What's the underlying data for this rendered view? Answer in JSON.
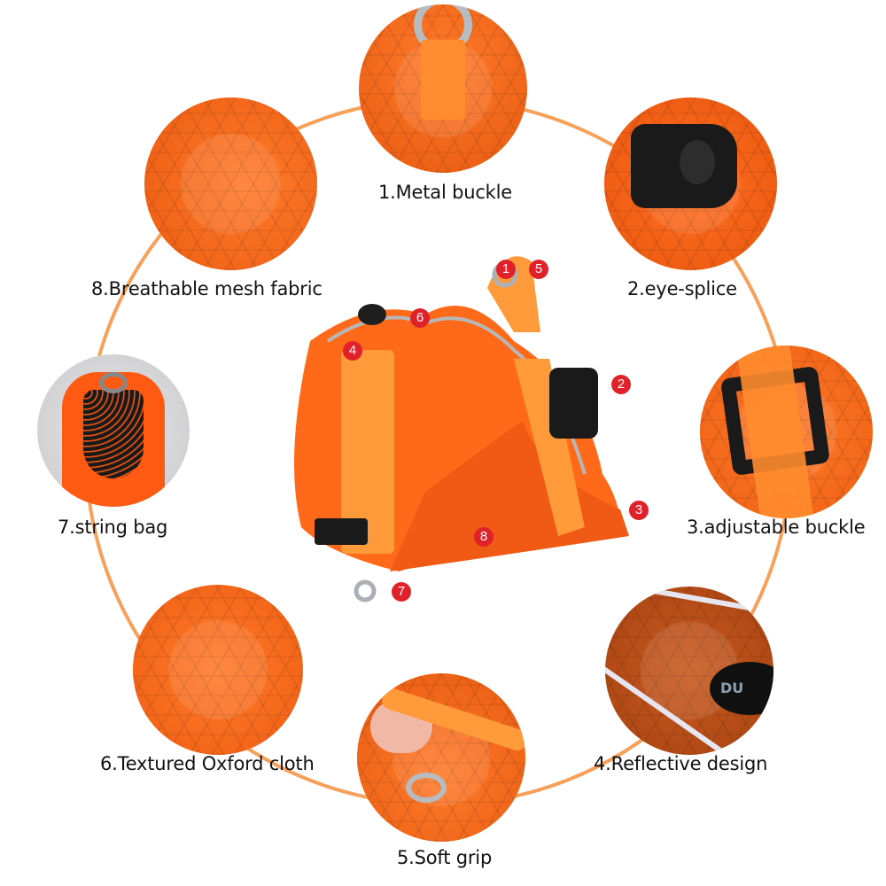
{
  "colors": {
    "ring": "#f7a05a",
    "harness_orange": "#ff6a1a",
    "strap_orange": "#ff9a3a",
    "badge_red": "#e0212a",
    "buckle_black": "#1a1a1a"
  },
  "features": [
    {
      "number": "1",
      "label": "1.Metal buckle"
    },
    {
      "number": "2",
      "label": "2.eye-splice"
    },
    {
      "number": "3",
      "label": "3.adjustable buckle"
    },
    {
      "number": "4",
      "label": "4.Reflective design"
    },
    {
      "number": "5",
      "label": "5.Soft grip"
    },
    {
      "number": "6",
      "label": "6.Textured Oxford cloth"
    },
    {
      "number": "7",
      "label": "7.string bag"
    },
    {
      "number": "8",
      "label": "8.Breathable mesh fabric"
    }
  ],
  "product": {
    "badge_numbers": [
      "1",
      "5",
      "6",
      "4",
      "2",
      "3",
      "8",
      "7"
    ],
    "logo_text": "DU"
  }
}
